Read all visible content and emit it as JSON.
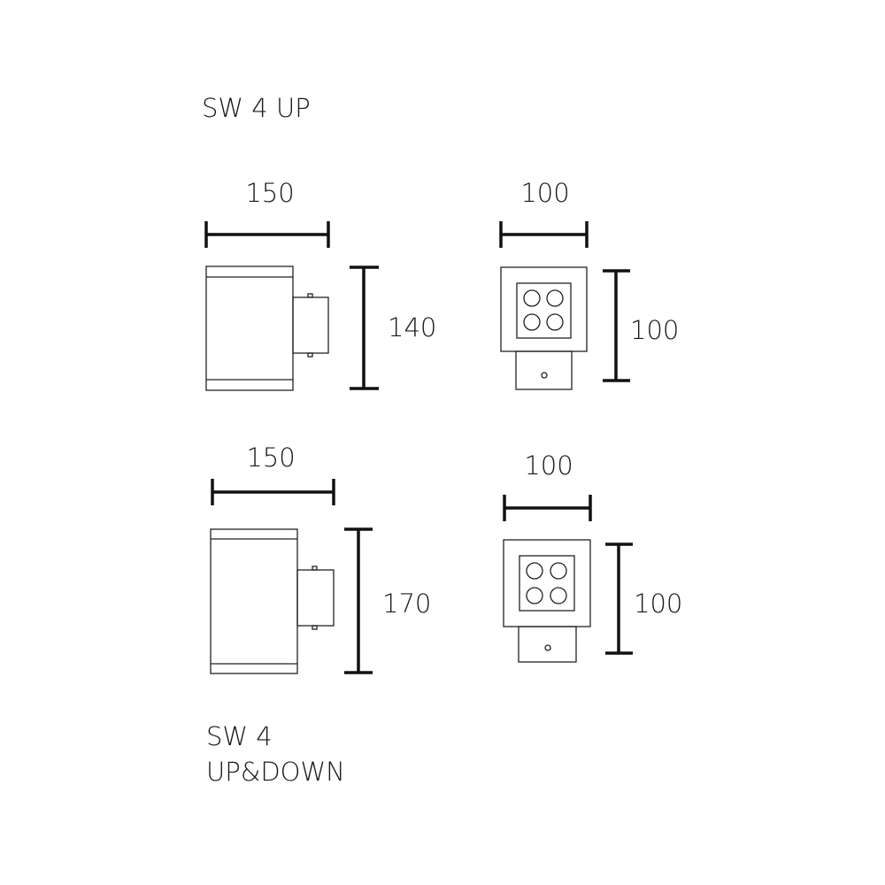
{
  "titles": {
    "up": "SW 4 UP",
    "updown_line1": "SW 4",
    "updown_line2": "UP&DOWN"
  },
  "up": {
    "side_width": "150",
    "side_height": "140",
    "front_width": "100",
    "front_height": "100"
  },
  "updown": {
    "side_width": "150",
    "side_height": "170",
    "front_width": "100",
    "front_height": "100"
  }
}
